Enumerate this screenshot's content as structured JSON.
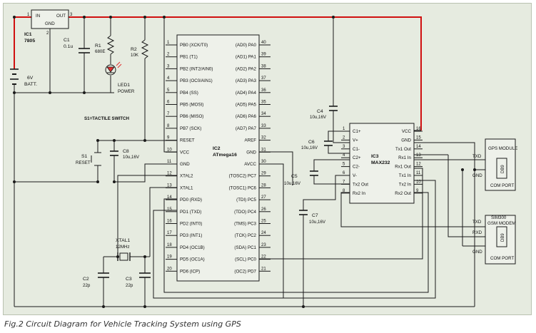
{
  "colors": {
    "background": "#e6ebe0",
    "wire": "#1a1a1a",
    "supply_rail": "#d01010",
    "led": "#e03030"
  },
  "caption": "Fig.2 Circuit Diagram for Vehicle Tracking System using GPS",
  "ic1": {
    "ref": "IC1",
    "part": "7805",
    "in_label": "IN",
    "out_label": "OUT",
    "gnd_label": "GND",
    "pin_in": "1",
    "pin_gnd": "2",
    "pin_out": "3"
  },
  "battery": {
    "voltage": "6V",
    "label": "BATT."
  },
  "c1": {
    "ref": "C1",
    "value": "0.1u"
  },
  "r1": {
    "ref": "R1",
    "value": "680E"
  },
  "r2": {
    "ref": "R2",
    "value": "10K"
  },
  "led1": {
    "ref": "LED1",
    "label": "POWER"
  },
  "switch": {
    "note": "S1=TACTILE SWITCH",
    "ref": "S1",
    "label": "RESET"
  },
  "c8": {
    "ref": "C8",
    "value": "10u,16V"
  },
  "xtal": {
    "ref": "XTAL1",
    "value": "12MHz"
  },
  "c2": {
    "ref": "C2",
    "value": "22p"
  },
  "c3": {
    "ref": "C3",
    "value": "22p"
  },
  "ic2": {
    "ref": "IC2",
    "part": "ATmega16",
    "left_pins": [
      {
        "num": "1",
        "name": "PB0 (XCK/T0)"
      },
      {
        "num": "2",
        "name": "PB1 (T1)"
      },
      {
        "num": "3",
        "name": "PB2 (INT2/AIN0)"
      },
      {
        "num": "4",
        "name": "PB3 (OC0/AIN1)"
      },
      {
        "num": "5",
        "name": "PB4 (SS)"
      },
      {
        "num": "6",
        "name": "PB5 (MOSI)"
      },
      {
        "num": "7",
        "name": "PB6 (MISO)"
      },
      {
        "num": "8",
        "name": "PB7 (SCK)"
      },
      {
        "num": "9",
        "name": "RESET"
      },
      {
        "num": "10",
        "name": "VCC"
      },
      {
        "num": "11",
        "name": "GND"
      },
      {
        "num": "12",
        "name": "XTAL2"
      },
      {
        "num": "13",
        "name": "XTAL1"
      },
      {
        "num": "14",
        "name": "PD0 (RXD)"
      },
      {
        "num": "15",
        "name": "PD1 (TXD)"
      },
      {
        "num": "16",
        "name": "PD2 (INT0)"
      },
      {
        "num": "17",
        "name": "PD3 (INT1)"
      },
      {
        "num": "18",
        "name": "PD4 (OC1B)"
      },
      {
        "num": "19",
        "name": "PD5 (OC1A)"
      },
      {
        "num": "20",
        "name": "PD6 (ICP)"
      }
    ],
    "right_pins": [
      {
        "num": "40",
        "name": "(AD0) PA0"
      },
      {
        "num": "39",
        "name": "(AD1) PA1"
      },
      {
        "num": "38",
        "name": "(AD2) PA2"
      },
      {
        "num": "37",
        "name": "(AD3) PA3"
      },
      {
        "num": "36",
        "name": "(AD4) PA4"
      },
      {
        "num": "35",
        "name": "(AD5) PA5"
      },
      {
        "num": "34",
        "name": "(AD6) PA6"
      },
      {
        "num": "33",
        "name": "(AD7) PA7"
      },
      {
        "num": "32",
        "name": "AREF"
      },
      {
        "num": "31",
        "name": "GND"
      },
      {
        "num": "30",
        "name": "AVCC"
      },
      {
        "num": "29",
        "name": "(TOSC2) PC7"
      },
      {
        "num": "28",
        "name": "(TOSC1) PC6"
      },
      {
        "num": "27",
        "name": "(TDI) PC5"
      },
      {
        "num": "26",
        "name": "(TDO) PC4"
      },
      {
        "num": "25",
        "name": "(TMS) PC3"
      },
      {
        "num": "24",
        "name": "(TCK) PC2"
      },
      {
        "num": "23",
        "name": "(SDA) PC1"
      },
      {
        "num": "22",
        "name": "(SCL) PC0"
      },
      {
        "num": "21",
        "name": "(OC2) PD7"
      }
    ]
  },
  "ic3": {
    "ref": "IC3",
    "part": "MAX232",
    "left_pins": [
      {
        "num": "1",
        "name": "C1+"
      },
      {
        "num": "2",
        "name": "V+"
      },
      {
        "num": "3",
        "name": "C1-"
      },
      {
        "num": "4",
        "name": "C2+"
      },
      {
        "num": "5",
        "name": "C2-"
      },
      {
        "num": "6",
        "name": "V-"
      },
      {
        "num": "7",
        "name": "Tx2 Out"
      },
      {
        "num": "8",
        "name": "Rx2 In"
      }
    ],
    "right_pins": [
      {
        "num": "16",
        "name": "VCC"
      },
      {
        "num": "15",
        "name": "GND"
      },
      {
        "num": "14",
        "name": "Tx1 Out"
      },
      {
        "num": "13",
        "name": "Rx1 In"
      },
      {
        "num": "12",
        "name": "Rx1 Out"
      },
      {
        "num": "11",
        "name": "Tx1 In"
      },
      {
        "num": "10",
        "name": "Tx2 In"
      },
      {
        "num": "9",
        "name": "Rx2 Out"
      }
    ]
  },
  "c4": {
    "ref": "C4",
    "value": "10u,16V"
  },
  "c5": {
    "ref": "C5",
    "value": "10u,16V"
  },
  "c6": {
    "ref": "C6",
    "value": "10u,16V"
  },
  "c7": {
    "ref": "C7",
    "value": "10u,16V"
  },
  "gps": {
    "title": "GPS MODULE",
    "txd": "TXD",
    "gnd": "GND",
    "connector": "DB9",
    "port": "COM PORT"
  },
  "gsm": {
    "title_line1": "SIM300",
    "title_line2": "GSM MODEM",
    "txd": "TXD",
    "rxd": "RXD",
    "gnd": "GND",
    "connector": "DB9",
    "port": "COM PORT"
  }
}
